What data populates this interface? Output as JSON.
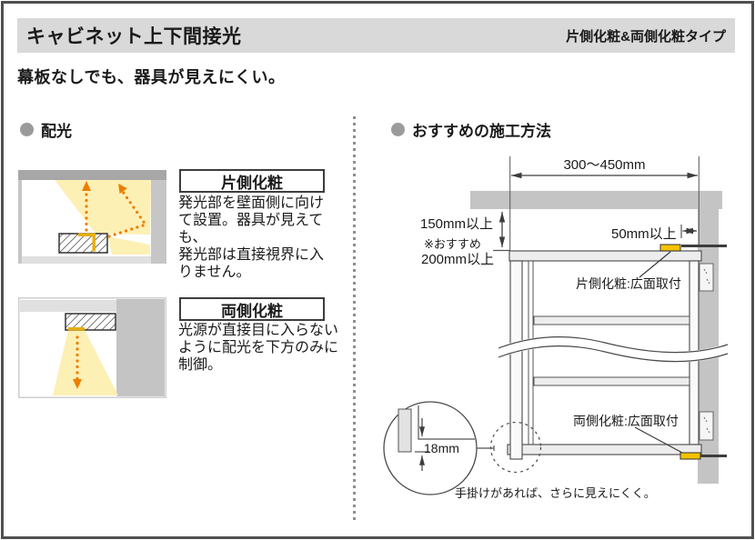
{
  "header": {
    "title": "キャビネット上下間接光",
    "type_label": "片側化粧&両側化粧タイプ"
  },
  "subtitle": "幕板なしでも、器具が見えにくい。",
  "distribution": {
    "heading": "配光",
    "items": [
      {
        "box_label": "片側化粧",
        "description_lines": [
          "発光部を壁面側に向け",
          "て設置。器具が見えても、",
          "発光部は直接視界に入",
          "りません。"
        ]
      },
      {
        "box_label": "両側化粧",
        "description_lines": [
          "光源が直接目に入らない",
          "ように配光を下方のみに",
          "制御。"
        ]
      }
    ]
  },
  "installation": {
    "heading": "おすすめの施工方法",
    "dims": {
      "width_range": "300〜450mm",
      "top_clearance": "150mm以上",
      "recommend_note": "※おすすめ",
      "recommend_value": "200mm以上",
      "side_clearance": "50mm以上",
      "handle_depth": "18mm"
    },
    "labels": {
      "top_fixture": "片側化粧:広面取付",
      "bottom_fixture": "両側化粧:広面取付",
      "note": "手掛けがあれば、さらに見えにくく。"
    }
  },
  "colors": {
    "accent_yellow": "#f3c301",
    "light_cone": "#fdf0b5",
    "orange_arrow": "#ee7d00",
    "gray_band": "#c4c4c4",
    "header_bg": "#d9d9d9"
  }
}
